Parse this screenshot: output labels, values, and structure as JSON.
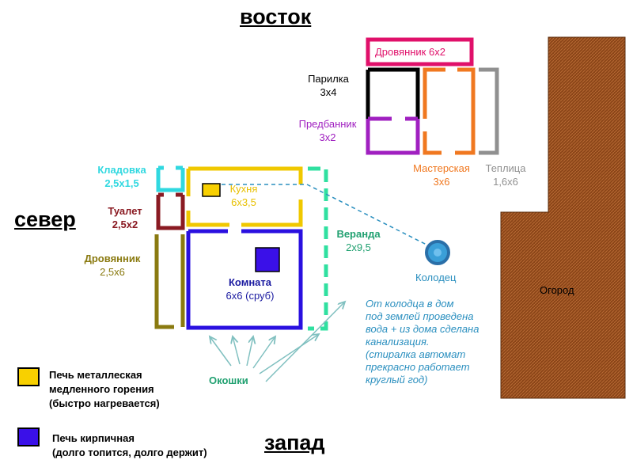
{
  "directions": {
    "east": "восток",
    "north": "север",
    "west": "запад"
  },
  "rooms": {
    "drovyannik_top": "Дровянник 6х2",
    "parilka": [
      "Парилка",
      "3х4"
    ],
    "predbannik": [
      "Предбанник",
      "3х2"
    ],
    "masterskaya": [
      "Мастерская",
      "3х6"
    ],
    "teplitsa": [
      "Теплица",
      "1,6х6"
    ],
    "kladovka": [
      "Кладовка",
      "2,5х1,5"
    ],
    "tualet": [
      "Туалет",
      "2,5х2"
    ],
    "kukhnya": [
      "Кухня",
      "6х3,5"
    ],
    "drovyannik_left": [
      "Дровянник",
      "2,5х6"
    ],
    "komnata": [
      "Комната",
      "6х6 (сруб)"
    ],
    "veranda": [
      "Веранда",
      "2х9,5"
    ],
    "kolodets": "Колодец",
    "ogorod": "Огород",
    "okoshki": "Окошки"
  },
  "note": [
    "От колодца в дом",
    "под землей проведена",
    "вода + из дома сделана",
    "канализация.",
    "(стиралка автомат",
    "прекрасно работает",
    "круглый год)"
  ],
  "legend": {
    "metal": [
      "Печь металлеская",
      "медленного горения",
      "(быстро нагревается)"
    ],
    "brick": [
      "Печь кирпичная",
      "(долго топится, долго держит)"
    ]
  },
  "colors": {
    "drovyannik_top": "#e0106a",
    "predbannik": "#a020c0",
    "masterskaya": "#f07820",
    "teplitsa": "#909090",
    "kladovka": "#30d8e0",
    "tualet": "#8a1a22",
    "kukhnya": "#f0c800",
    "drovyannik_left": "#8a7a10",
    "komnata": "#2a10e0",
    "veranda": "#30e0a0",
    "kolodets": "#2a8fbf",
    "ogorod": "#8b4518",
    "stove_metal": "#f8d000",
    "stove_brick": "#3a10e8"
  }
}
